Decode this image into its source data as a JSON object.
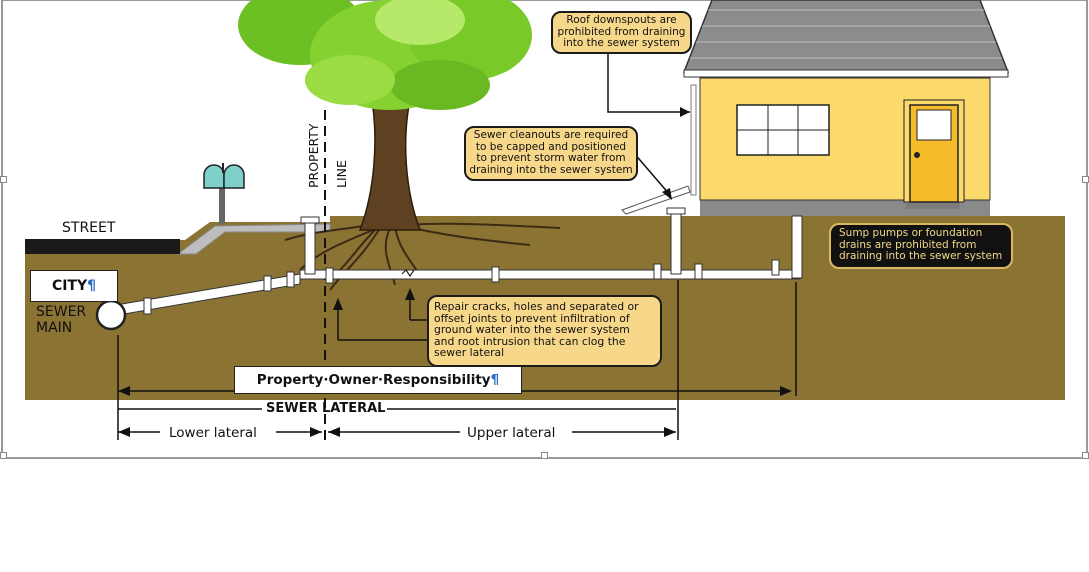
{
  "labels": {
    "street": "STREET",
    "property_line": "PROPERTY",
    "property_line_2": "LINE",
    "city": "CITY",
    "pilcrow": "¶",
    "sewer_main_1": "SEWER",
    "sewer_main_2": "MAIN",
    "owner_responsibility": "Property·Owner·Responsibility",
    "sewer_lateral": "SEWER LATERAL",
    "lower_lateral": "Lower lateral",
    "upper_lateral": "Upper lateral"
  },
  "callouts": {
    "downspouts": [
      "Roof downspouts are",
      "prohibited from draining",
      "into the sewer system"
    ],
    "cleanouts": [
      "Sewer cleanouts are required",
      "to be capped and positioned",
      "to prevent storm water from",
      "draining into the sewer system"
    ],
    "sump": [
      "Sump pumps or foundation",
      "drains are prohibited from",
      "draining into the sewer system"
    ],
    "repair": [
      "Repair cracks, holes and separated or",
      "offset joints to prevent infiltration of",
      "ground water into the sewer system",
      "and root intrusion that can clog the",
      "sewer lateral"
    ]
  },
  "colors": {
    "soil": "#8b7334",
    "soil_dark": "#6e5a27",
    "house": "#fbd96a",
    "roof": "#8c8c8c",
    "door": "#f6bb2a",
    "tree_green": "#7ecb2b",
    "callout_fill": "#f7d88a",
    "mailbox": "#7fcfcb"
  }
}
